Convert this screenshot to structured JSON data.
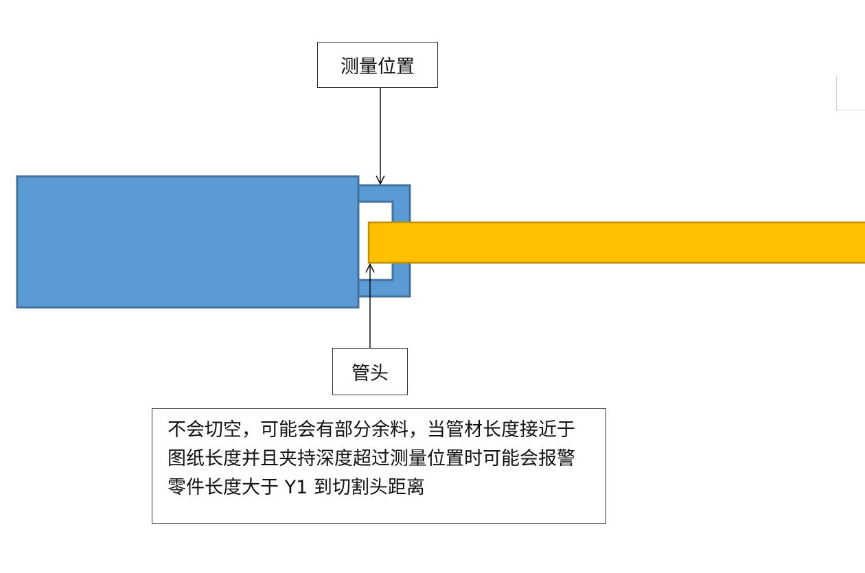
{
  "labels": {
    "measure_position": "测量位置",
    "tube_head": "管头",
    "note": "不会切空，可能会有部分余料，当管材长度接近于图纸长度并且夹持深度超过测量位置时可能会报警零件长度大于 Y1 到切割头距离"
  },
  "colors": {
    "chuck_fill": "#5b9bd5",
    "chuck_stroke": "#41719c",
    "tube_fill": "#ffc000",
    "tube_stroke": "#bf9000",
    "line": "#000000"
  }
}
